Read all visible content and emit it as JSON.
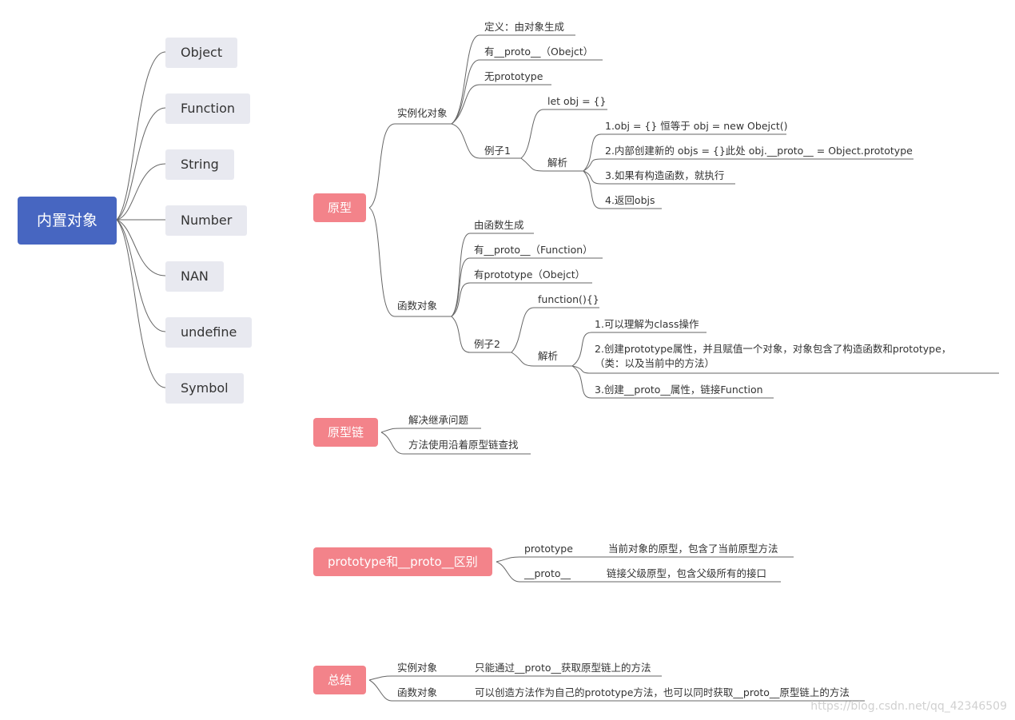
{
  "root": "内置对象",
  "builtins": [
    "Object",
    "Function",
    "String",
    "Number",
    "NAN",
    "undefine",
    "Symbol"
  ],
  "yuanxing": {
    "label": "原型",
    "instance": {
      "label": "实例化对象",
      "items": [
        "定义：由对象生成",
        "有__proto__（Obejct）",
        "无prototype"
      ],
      "example": {
        "label": "例子1",
        "code": "let obj = {}",
        "analysis_label": "解析",
        "analysis": [
          "1.obj = {} 恒等于 obj = new Obejct()",
          "2.内部创建新的 objs = {}此处 obj.__proto__ = Object.prototype",
          "3.如果有构造函数，就执行",
          "4.返回objs"
        ]
      }
    },
    "function": {
      "label": "函数对象",
      "items": [
        "由函数生成",
        "有__proto__（Function）",
        "有prototype（Obejct）"
      ],
      "example": {
        "label": "例子2",
        "code": "function(){}",
        "analysis_label": "解析",
        "analysis": [
          "1.可以理解为class操作",
          "2.创建prototype属性，并且赋值一个对象，对象包含了构造函数和prototype，",
          "（类：以及当前中的方法）",
          "3.创建__proto__属性，链接Function"
        ]
      }
    }
  },
  "chain": {
    "label": "原型链",
    "items": [
      "解决继承问题",
      "方法使用沿着原型链查找"
    ]
  },
  "diff": {
    "label": "prototype和__proto__区别",
    "rows": [
      {
        "key": "prototype",
        "value": "当前对象的原型，包含了当前原型方法"
      },
      {
        "key": "__proto__",
        "value": "链接父级原型，包含父级所有的接口"
      }
    ]
  },
  "summary": {
    "label": "总结",
    "rows": [
      {
        "key": "实例对象",
        "value": "只能通过__proto__获取原型链上的方法"
      },
      {
        "key": "函数对象",
        "value": "可以创造方法作为自己的prototype方法，也可以同时获取__proto__原型链上的方法"
      }
    ]
  },
  "watermark": "https://blog.csdn.net/qq_42346509",
  "colors": {
    "root": "#4766c1",
    "topic": "#f3838a",
    "builtin_bg": "#e8e9f0",
    "line": "#666666"
  }
}
